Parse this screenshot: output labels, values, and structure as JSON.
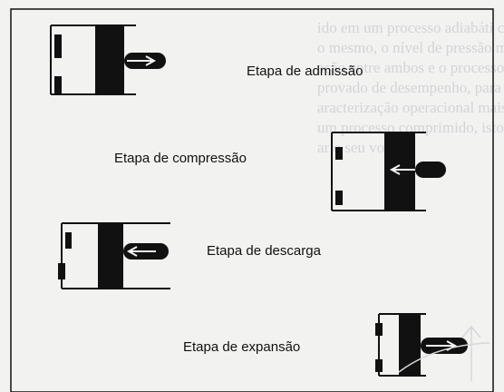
{
  "diagram": {
    "captions": {
      "admissao": "Etapa de admissão",
      "compressao": "Etapa de compressão",
      "descarga": "Etapa de descarga",
      "expansao": "Etapa de expansão"
    },
    "ink_color": "#111111",
    "background_color": "#f2f2f0"
  },
  "bleed_through": {
    "lines": [
      "ido em um processo adiabáti co e rev",
      "o mesmo, o nível de pressão mais al",
      "ação entre ambos e o processo de es",
      "provado de desempenho, para que o",
      "aracterização operacional mais prova",
      "um processo comprimido, isto é, tudo",
      "ar o seu volume"
    ]
  }
}
